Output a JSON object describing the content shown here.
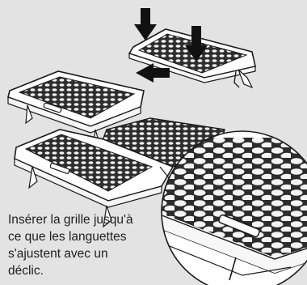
{
  "caption": {
    "lines": [
      "Insérer la grille jusqu'à",
      "ce que les languettes",
      "s'ajustent avec un",
      "déclic."
    ]
  },
  "icons": [
    "press-down-arrow-icon",
    "press-down-arrow-icon",
    "slide-left-arrow-icon"
  ],
  "colors": {
    "background": "#e3e3e3",
    "outline": "#1a1a1a",
    "plate": "#ffffff",
    "grille": "#3a3a3a"
  }
}
